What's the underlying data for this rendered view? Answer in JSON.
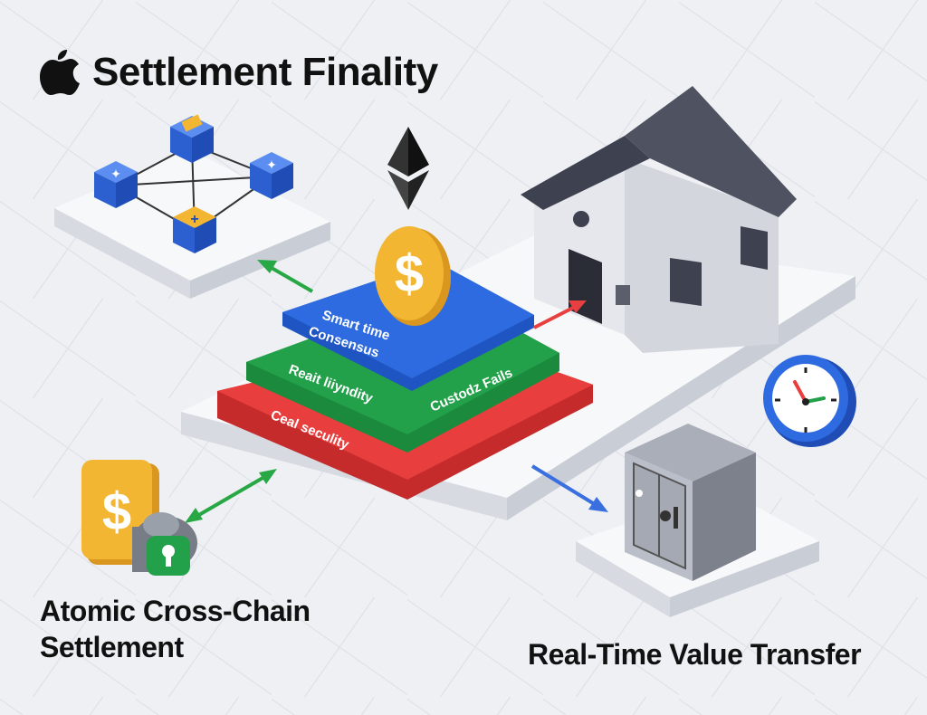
{
  "title": "Settlement Finality",
  "captions": {
    "left": "Atomic Cross-Chain Settlement",
    "right": "Real-Time Value Transfer"
  },
  "layers": {
    "top": {
      "line1": "Smart time",
      "line2": "Consensus"
    },
    "middle": {
      "left": "Reait liiyndity",
      "right": "Custodz Fails"
    },
    "bottom": {
      "label": "Ceal seculity"
    }
  },
  "coin_symbol": "$",
  "colors": {
    "layer_top": "#2f6be0",
    "layer_middle": "#23a04a",
    "layer_bottom": "#e83e3e",
    "coin": "#f3b632",
    "arrow_green": "#28a745",
    "arrow_red": "#e84040",
    "arrow_blue": "#3a6fe0"
  },
  "icons": [
    "apple-logo-icon",
    "ethereum-icon",
    "dollar-coin-icon",
    "house-icon",
    "clock-icon",
    "vault-icon",
    "padlock-icon",
    "blockchain-network-icon"
  ]
}
